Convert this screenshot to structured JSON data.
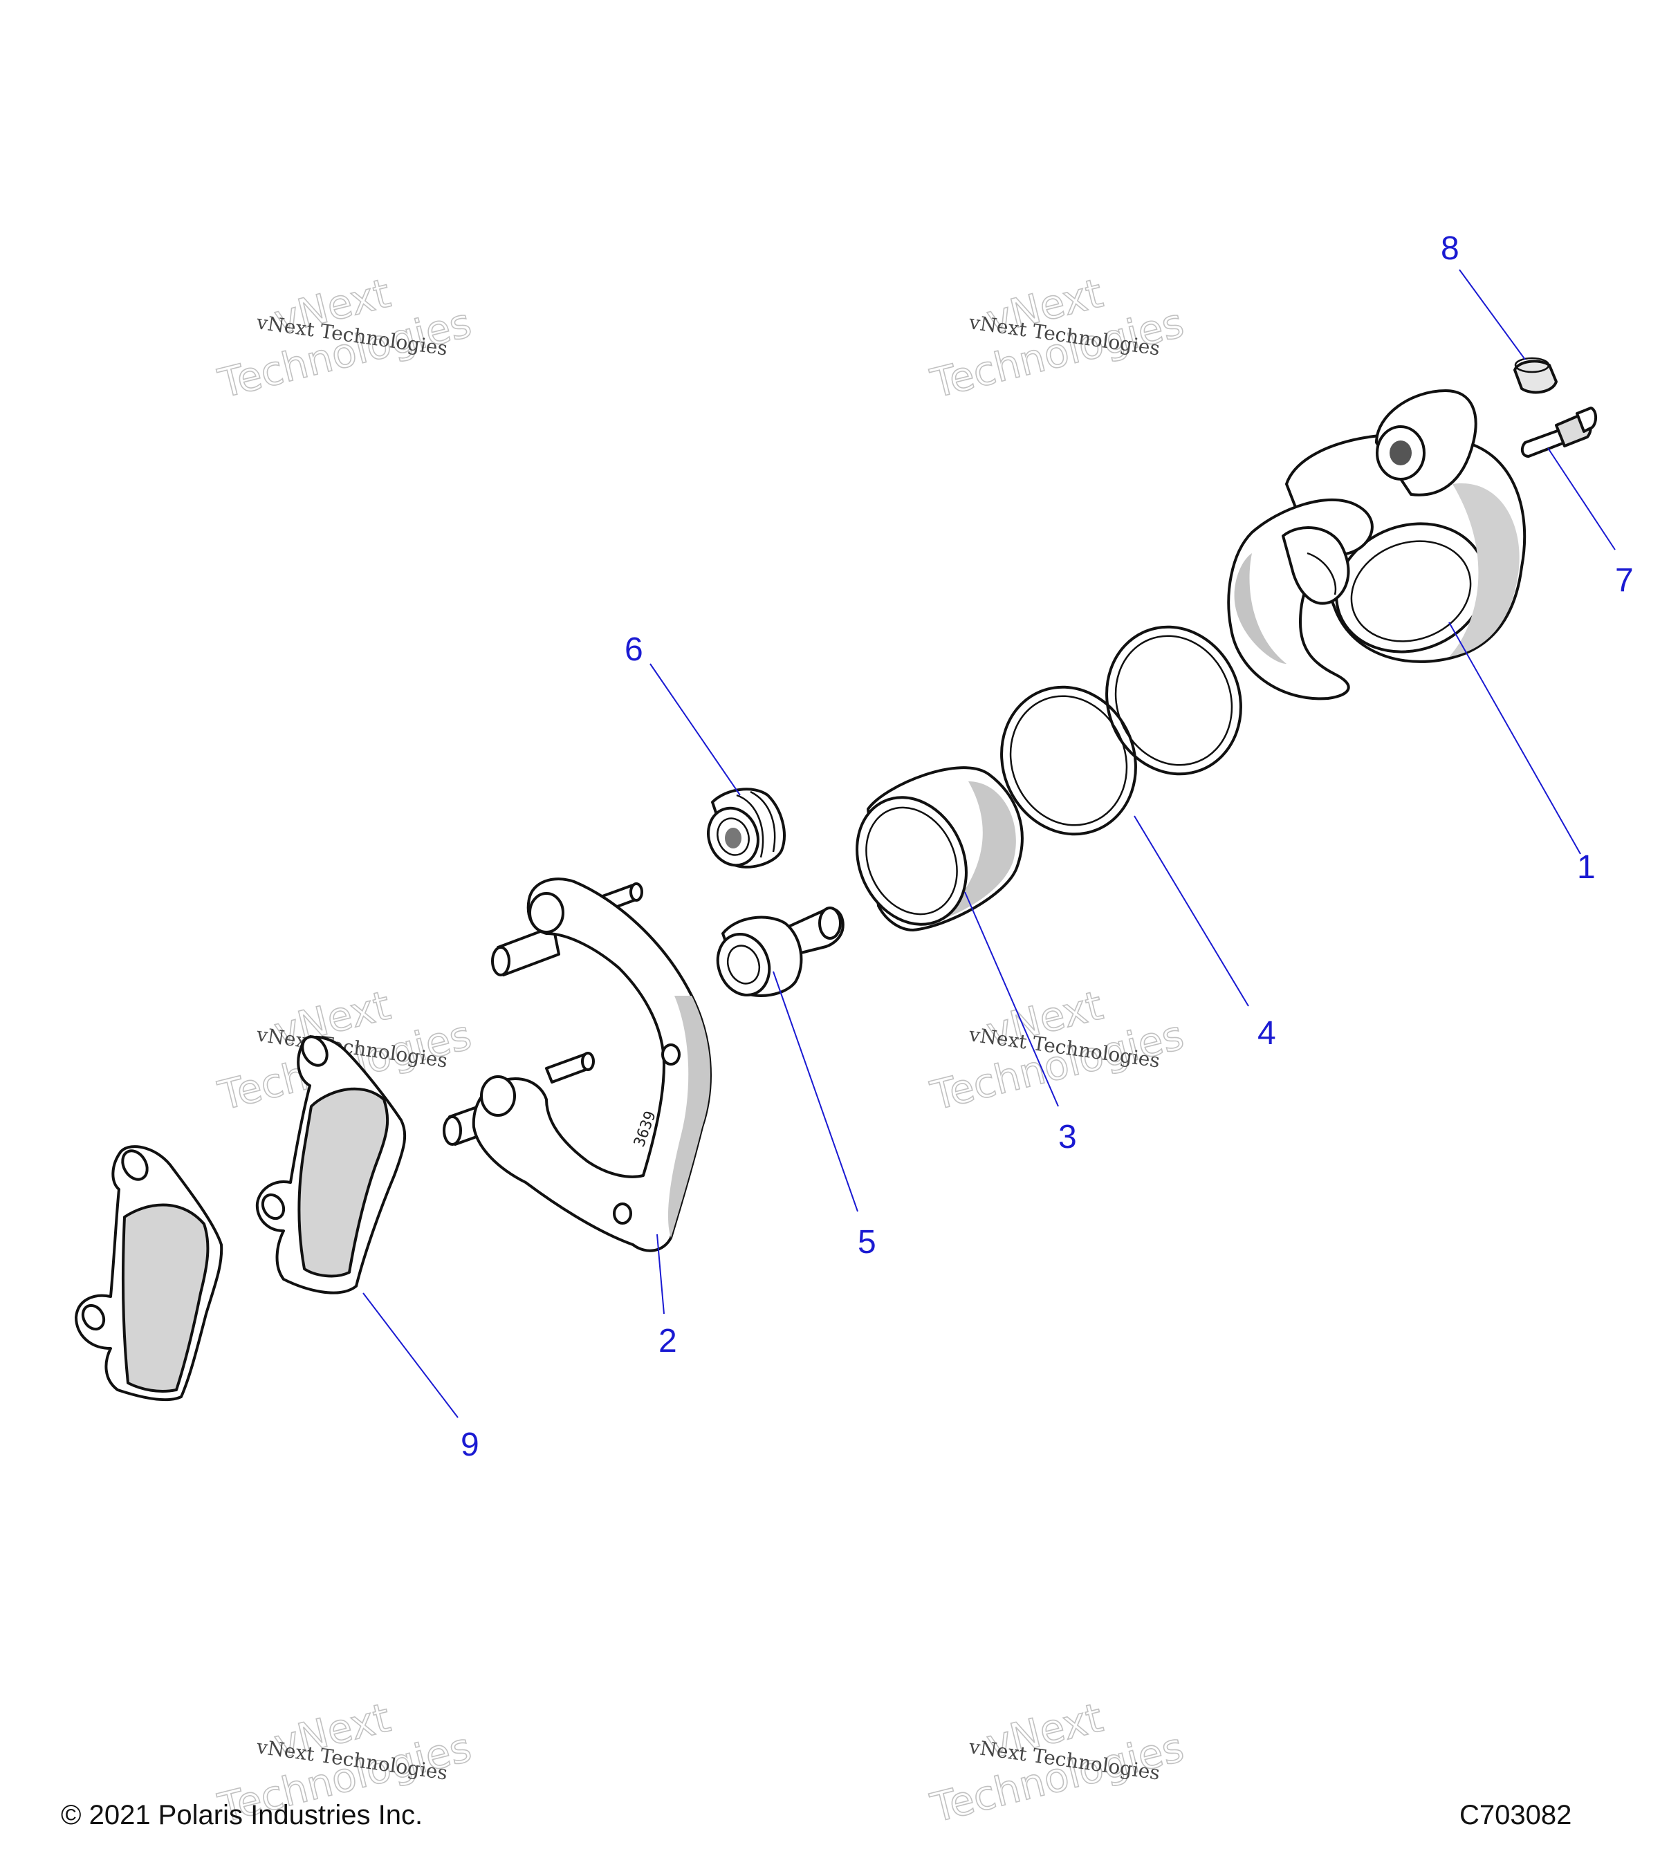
{
  "diagram": {
    "footer": {
      "copyright": "© 2021 Polaris Industries Inc.",
      "code": "C703082"
    },
    "watermark": {
      "line1": "vNext",
      "line2": "Technologies",
      "small": "vNext Technologies"
    },
    "bracket_stamp": "3639",
    "callouts": [
      {
        "id": "1",
        "label": "1"
      },
      {
        "id": "2",
        "label": "2"
      },
      {
        "id": "3",
        "label": "3"
      },
      {
        "id": "4",
        "label": "4"
      },
      {
        "id": "5",
        "label": "5"
      },
      {
        "id": "6",
        "label": "6"
      },
      {
        "id": "7",
        "label": "7"
      },
      {
        "id": "8",
        "label": "8"
      },
      {
        "id": "9",
        "label": "9"
      }
    ],
    "colors": {
      "callout": "#1a1ad2",
      "part_fill": "#ffffff",
      "shade": "#c8c8c8",
      "dark_shade": "#9a9a9a"
    }
  }
}
